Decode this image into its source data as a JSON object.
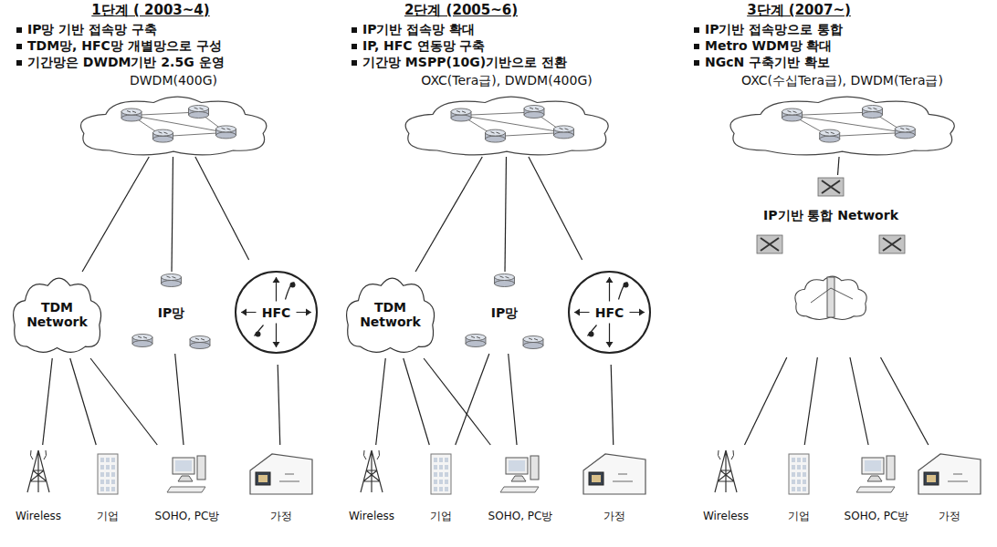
{
  "diagram": {
    "nodes": [
      {
        "text": [
          "DWDM(400G)"
        ]
      },
      {
        "text": [
          "TDM Network"
        ]
      },
      {
        "text": [
          "IP망"
        ]
      },
      {
        "text": [
          "HFC"
        ]
      },
      {
        "text": [
          "Wireless"
        ]
      },
      {
        "text": [
          "기업"
        ]
      },
      {
        "text": [
          "SOHO, PC방"
        ]
      },
      {
        "text": [
          "가정"
        ]
      },
      {
        "text": [
          "OXC(Tera급), DWDM(400G)"
        ]
      },
      {
        "text": [
          "TDM Network"
        ]
      },
      {
        "text": [
          "IP망"
        ]
      },
      {
        "text": [
          "HFC"
        ]
      },
      {
        "text": [
          "Wireless"
        ]
      },
      {
        "text": [
          "기업"
        ]
      },
      {
        "text": [
          "SOHO, PC방"
        ]
      },
      {
        "text": [
          "가정"
        ]
      },
      {
        "text": [
          "OXC(수십Tera급), DWDM(Tera급)"
        ]
      },
      {
        "text": [
          "IP기반 통합 Network"
        ]
      },
      {
        "text": [
          "Wireless"
        ]
      },
      {
        "text": [
          "기업"
        ]
      },
      {
        "text": [
          "SOHO, PC방"
        ]
      },
      {
        "text": [
          "가정"
        ]
      }
    ],
    "edges": [
      {
        "from": 0,
        "to": 1,
        "arrow": "none"
      },
      {
        "from": 0,
        "to": 2,
        "arrow": "none"
      },
      {
        "from": 0,
        "to": 3,
        "arrow": "none"
      },
      {
        "from": 1,
        "to": 4,
        "arrow": "none"
      },
      {
        "from": 1,
        "to": 5,
        "arrow": "none"
      },
      {
        "from": 1,
        "to": 6,
        "arrow": "none"
      },
      {
        "from": 2,
        "to": 6,
        "arrow": "none"
      },
      {
        "from": 3,
        "to": 7,
        "arrow": "none"
      },
      {
        "from": 8,
        "to": 9,
        "arrow": "none"
      },
      {
        "from": 8,
        "to": 10,
        "arrow": "none"
      },
      {
        "from": 8,
        "to": 11,
        "arrow": "none"
      },
      {
        "from": 9,
        "to": 12,
        "arrow": "none"
      },
      {
        "from": 9,
        "to": 13,
        "arrow": "none"
      },
      {
        "from": 9,
        "to": 14,
        "arrow": "none"
      },
      {
        "from": 10,
        "to": 13,
        "arrow": "none"
      },
      {
        "from": 10,
        "to": 14,
        "arrow": "none"
      },
      {
        "from": 11,
        "to": 15,
        "arrow": "none"
      },
      {
        "from": 16,
        "to": 17,
        "arrow": "none"
      },
      {
        "from": 17,
        "to": 18,
        "arrow": "none"
      },
      {
        "from": 17,
        "to": 19,
        "arrow": "none"
      },
      {
        "from": 17,
        "to": 20,
        "arrow": "none"
      },
      {
        "from": 17,
        "to": 21,
        "arrow": "none"
      }
    ],
    "labels": [
      "1단계 ( 2003~4)",
      "IP망 기반 접속망 구축",
      "TDM망, HFC망 개별망으로 구성",
      "기간망은 DWDM기반 2.5G 운영",
      "2단계 (2005~6)",
      "IP기반 접속망 확대",
      "IP, HFC 연동망 구축",
      "기간망 MSPP(10G)기반으로 전환",
      "3단계 (2007~)",
      "IP기반 접속망으로 통합",
      "Metro WDM망 확대",
      "NGcN 구축기반 확보"
    ]
  }
}
